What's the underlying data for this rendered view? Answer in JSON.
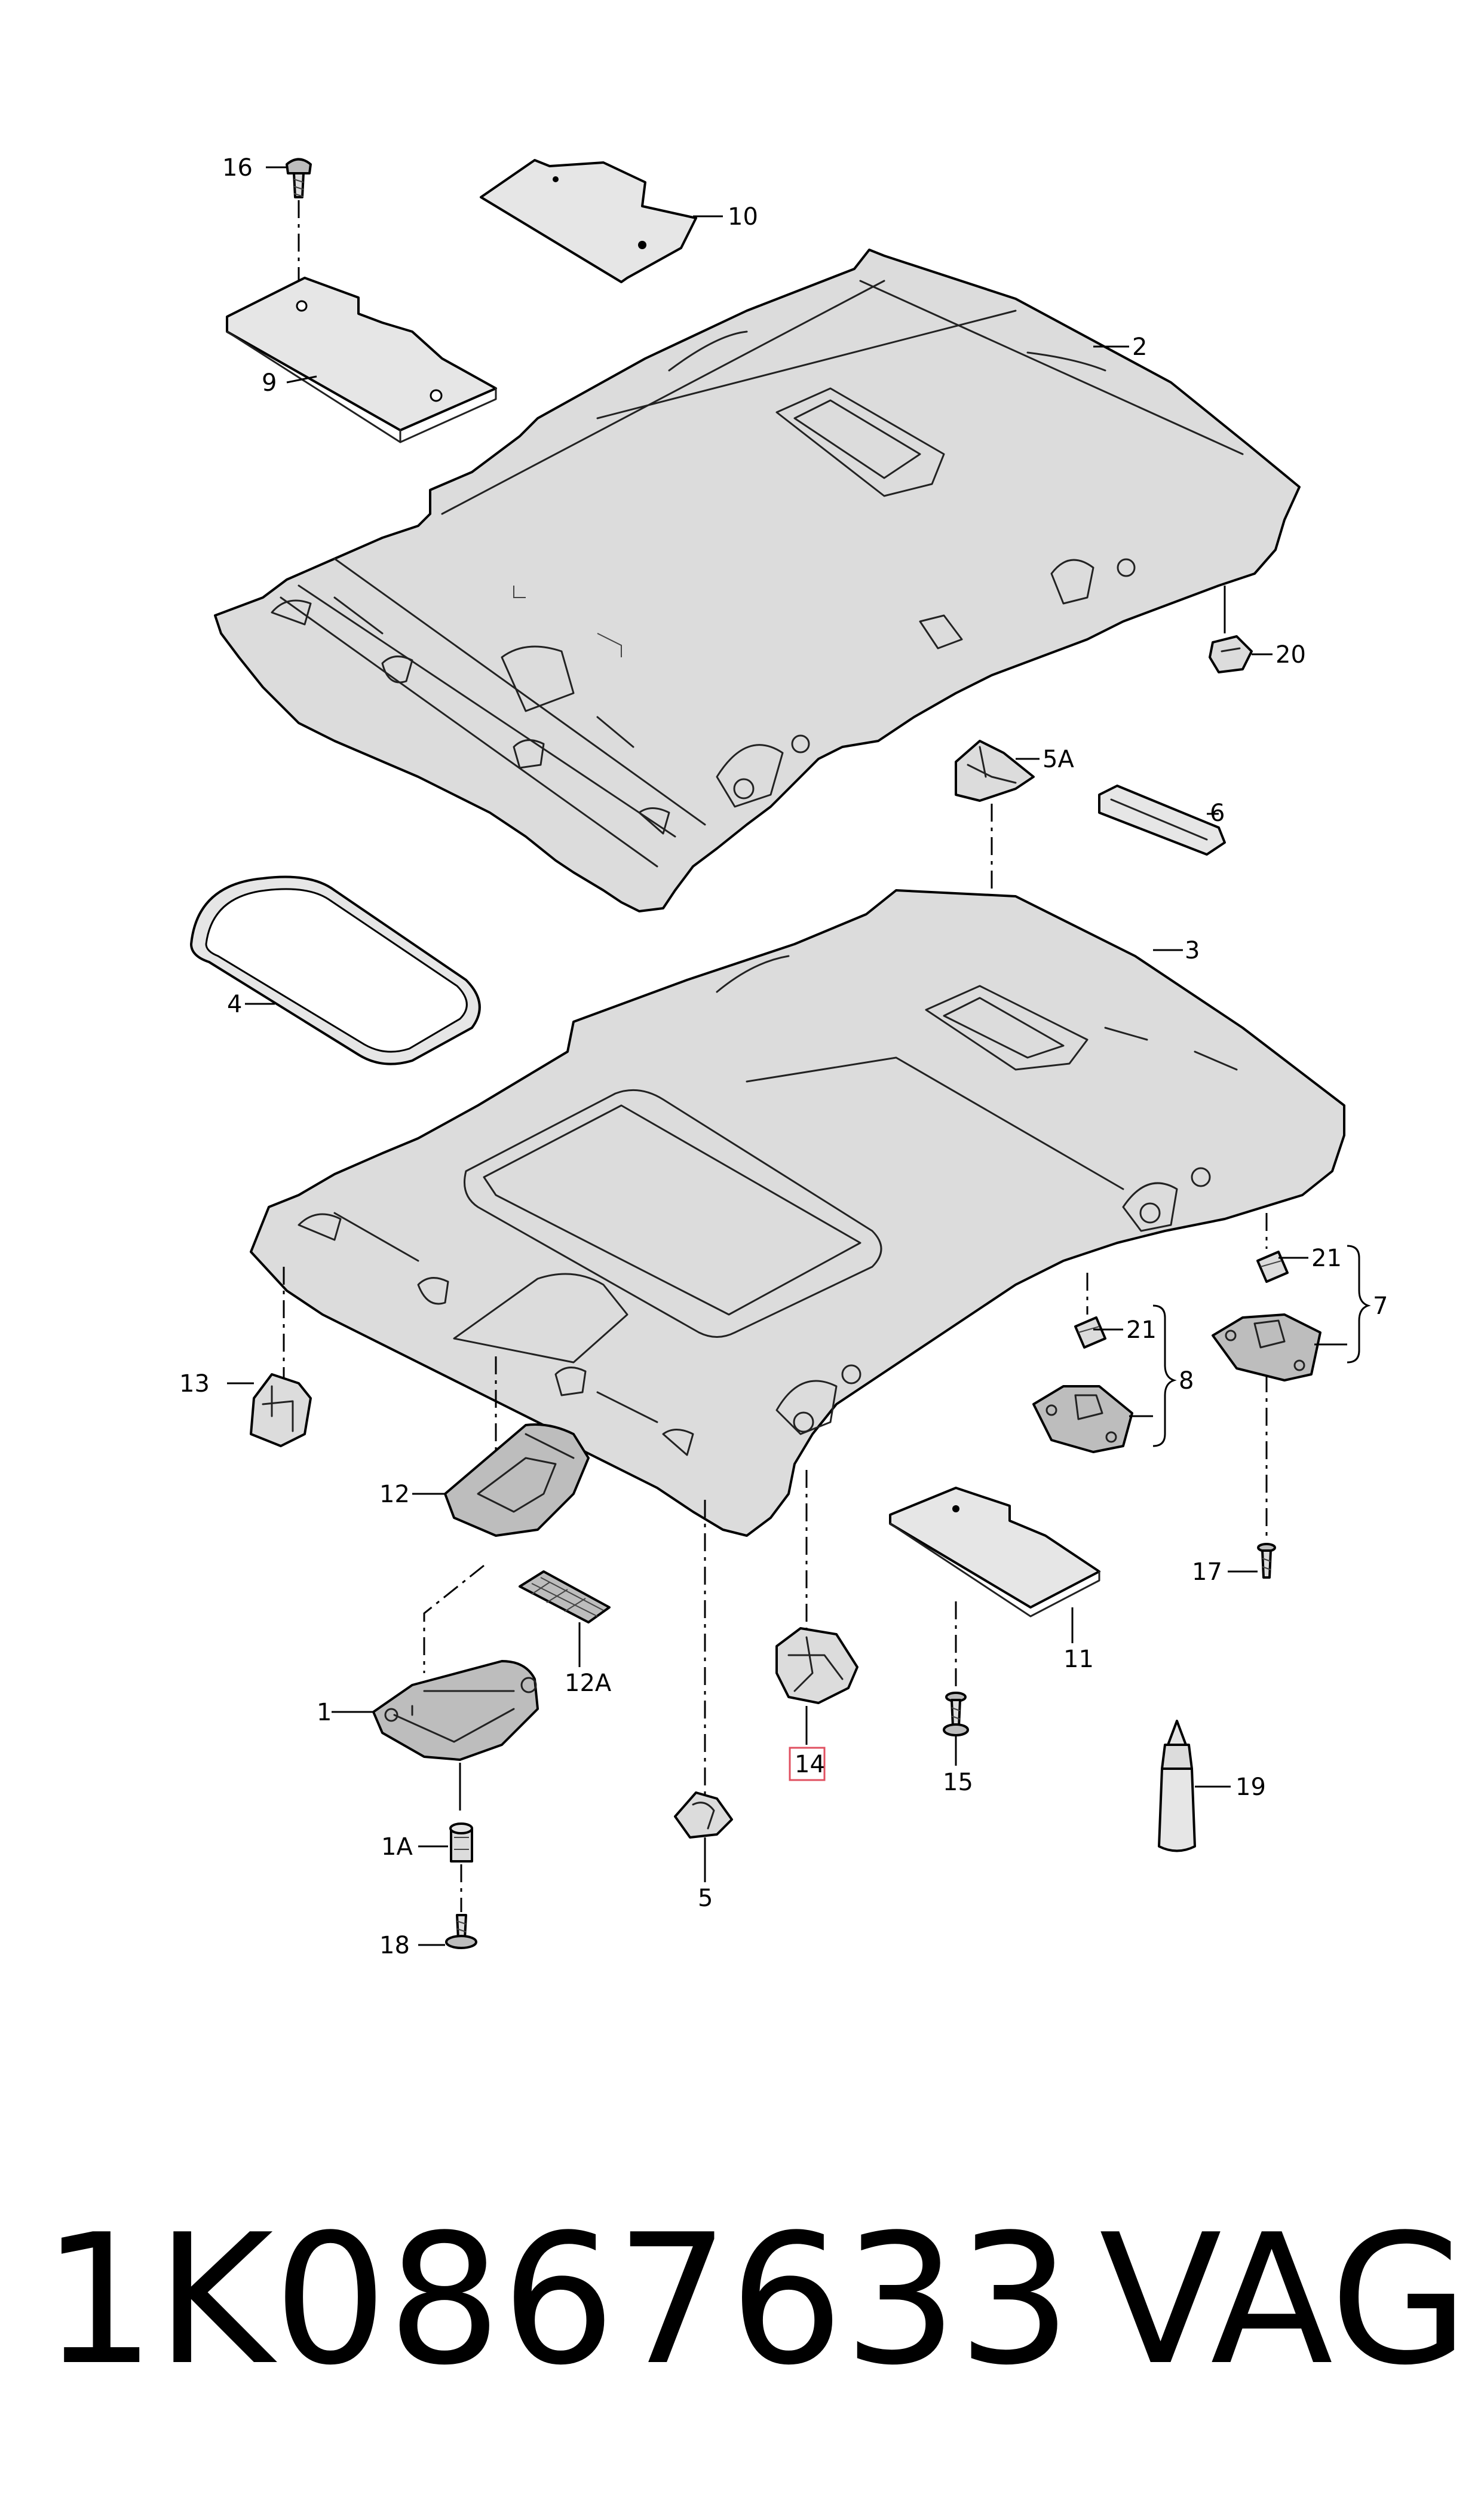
{
  "diagram": {
    "callouts": {
      "c16": "16",
      "c10": "10",
      "c2": "2",
      "c9": "9",
      "c20": "20",
      "c5a": "5A",
      "c6": "6",
      "c3": "3",
      "c4": "4",
      "c21a": "21",
      "c21b": "21",
      "c7": "7",
      "c8": "8",
      "c13": "13",
      "c12": "12",
      "c12a": "12A",
      "c1": "1",
      "c14": "14",
      "c11": "11",
      "c15": "15",
      "c17": "17",
      "c19": "19",
      "c1a": "1A",
      "c5": "5",
      "c18": "18"
    },
    "highlighted_callout": "14",
    "highlight_color": "#e05060"
  },
  "footer": {
    "part_number": "1K0867633",
    "brand": "VAG"
  }
}
